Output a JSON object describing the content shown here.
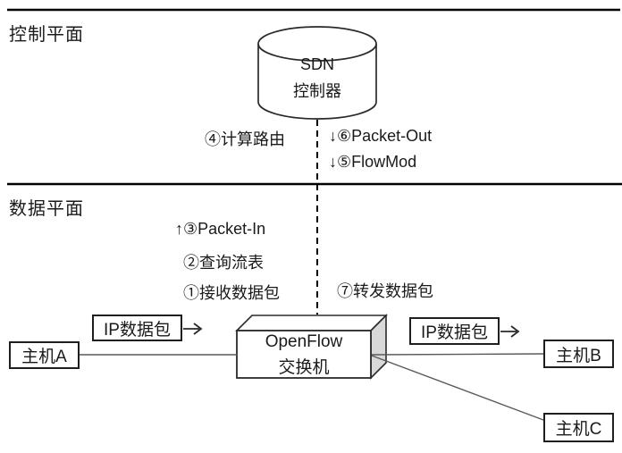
{
  "colors": {
    "divider": "#000000",
    "shape_stroke": "#2a2a2a",
    "connector": "#595959",
    "switch_side_fill": "#d9d9d9",
    "background": "#ffffff",
    "text": "#1a1a1a"
  },
  "planes": {
    "control": {
      "label": "控制平面"
    },
    "data": {
      "label": "数据平面"
    }
  },
  "controller": {
    "name_line1": "SDN",
    "name_line2": "控制器"
  },
  "annotations": {
    "calc_route": "④计算路由",
    "packet_out": "↓⑥Packet-Out",
    "flow_mod": "↓⑤FlowMod",
    "packet_in": "↑③Packet-In",
    "query_flow_table": "②查询流表",
    "receive_packet": "①接收数据包",
    "forward_packet": "⑦转发数据包"
  },
  "switch": {
    "name_line1": "OpenFlow",
    "name_line2": "交换机"
  },
  "packets": {
    "left_label": "IP数据包",
    "right_label": "IP数据包"
  },
  "hosts": {
    "a": "主机A",
    "b": "主机B",
    "c": "主机C"
  }
}
